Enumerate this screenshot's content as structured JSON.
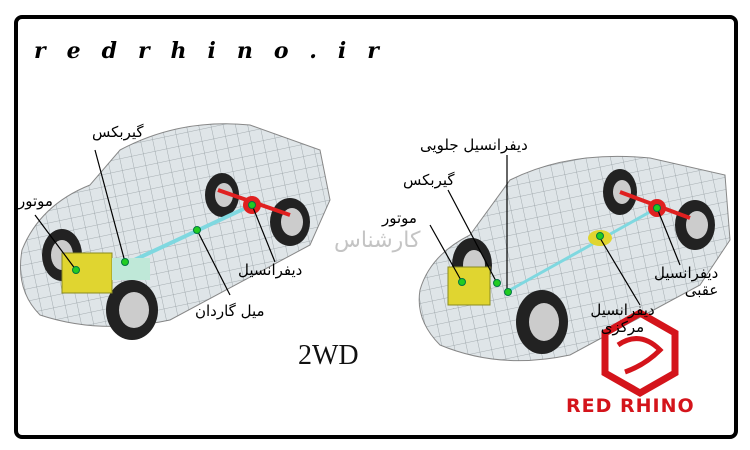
{
  "site_title": "redrhino.ir",
  "watermark": "کارشناس",
  "left_diagram": {
    "caption": "2WD",
    "labels": {
      "engine": "موتور",
      "gearbox": "گیربکس",
      "driveshaft": "میل گاردان",
      "differential": "دیفرانسیل"
    }
  },
  "right_diagram": {
    "labels": {
      "engine": "موتور",
      "gearbox": "گیربکس",
      "front_differential": "دیفرانسیل جلویی",
      "center_differential": "دیفرانسیل مرکزی",
      "rear_differential_line1": "دیفرانسیل",
      "rear_differential_line2": "عقبی"
    }
  },
  "logo": {
    "text": "RED RHINO",
    "color": "#d4141b"
  },
  "colors": {
    "engine": "#e0d530",
    "differential": "#e02020",
    "driveshaft": "#7fd8e0",
    "marker": "#22cc22"
  }
}
